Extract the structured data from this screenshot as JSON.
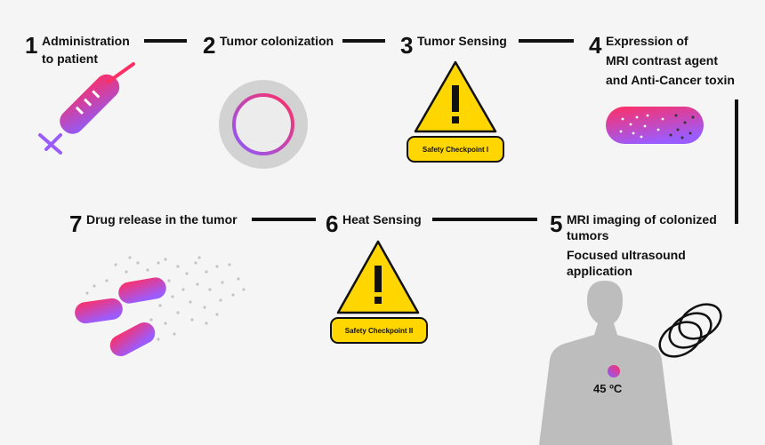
{
  "steps": [
    {
      "num": "1",
      "lines": [
        "Administration",
        "to patient"
      ]
    },
    {
      "num": "2",
      "lines": [
        "Tumor colonization"
      ]
    },
    {
      "num": "3",
      "lines": [
        "Tumor Sensing"
      ]
    },
    {
      "num": "4",
      "lines": [
        "Expression of",
        "MRI contrast agent",
        "and Anti-Cancer toxin"
      ]
    },
    {
      "num": "5",
      "lines": [
        "MRI imaging of colonized",
        "tumors",
        "Focused ultrasound",
        "application"
      ]
    },
    {
      "num": "6",
      "lines": [
        "Heat Sensing"
      ]
    },
    {
      "num": "7",
      "lines": [
        "Drug release in the tumor"
      ]
    }
  ],
  "checkpoints": {
    "first": "Safety Checkpoint I",
    "second": "Safety Checkpoint II"
  },
  "temperature": "45 ºC",
  "colors": {
    "accent_start": "#ff2e63",
    "accent_end": "#8b5cff",
    "warning": "#ffd600",
    "outline": "#111111",
    "gray": "#c8c8c8"
  }
}
